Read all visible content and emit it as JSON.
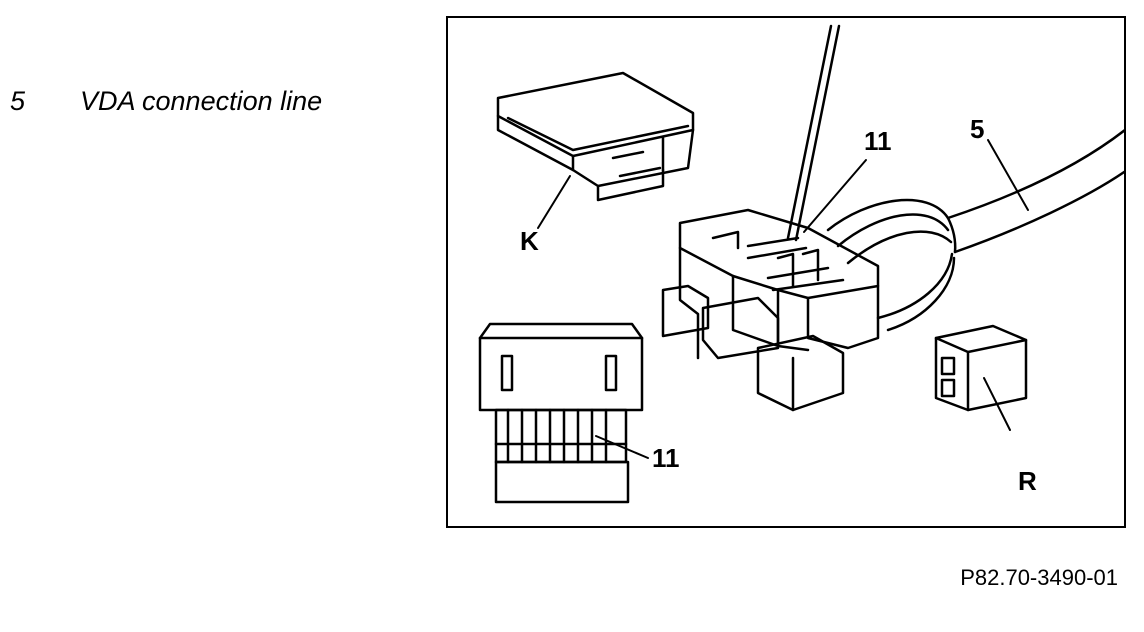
{
  "legend": [
    {
      "number": "5",
      "text": "VDA connection line"
    }
  ],
  "figure": {
    "callouts": {
      "connector_pin_top": "11",
      "cable": "5",
      "cover_k": "K",
      "connector_pin_bottom": "11",
      "clip_r": "R"
    }
  },
  "figure_reference": "P82.70-3490-01",
  "colors": {
    "line": "#000000",
    "background": "#ffffff"
  }
}
